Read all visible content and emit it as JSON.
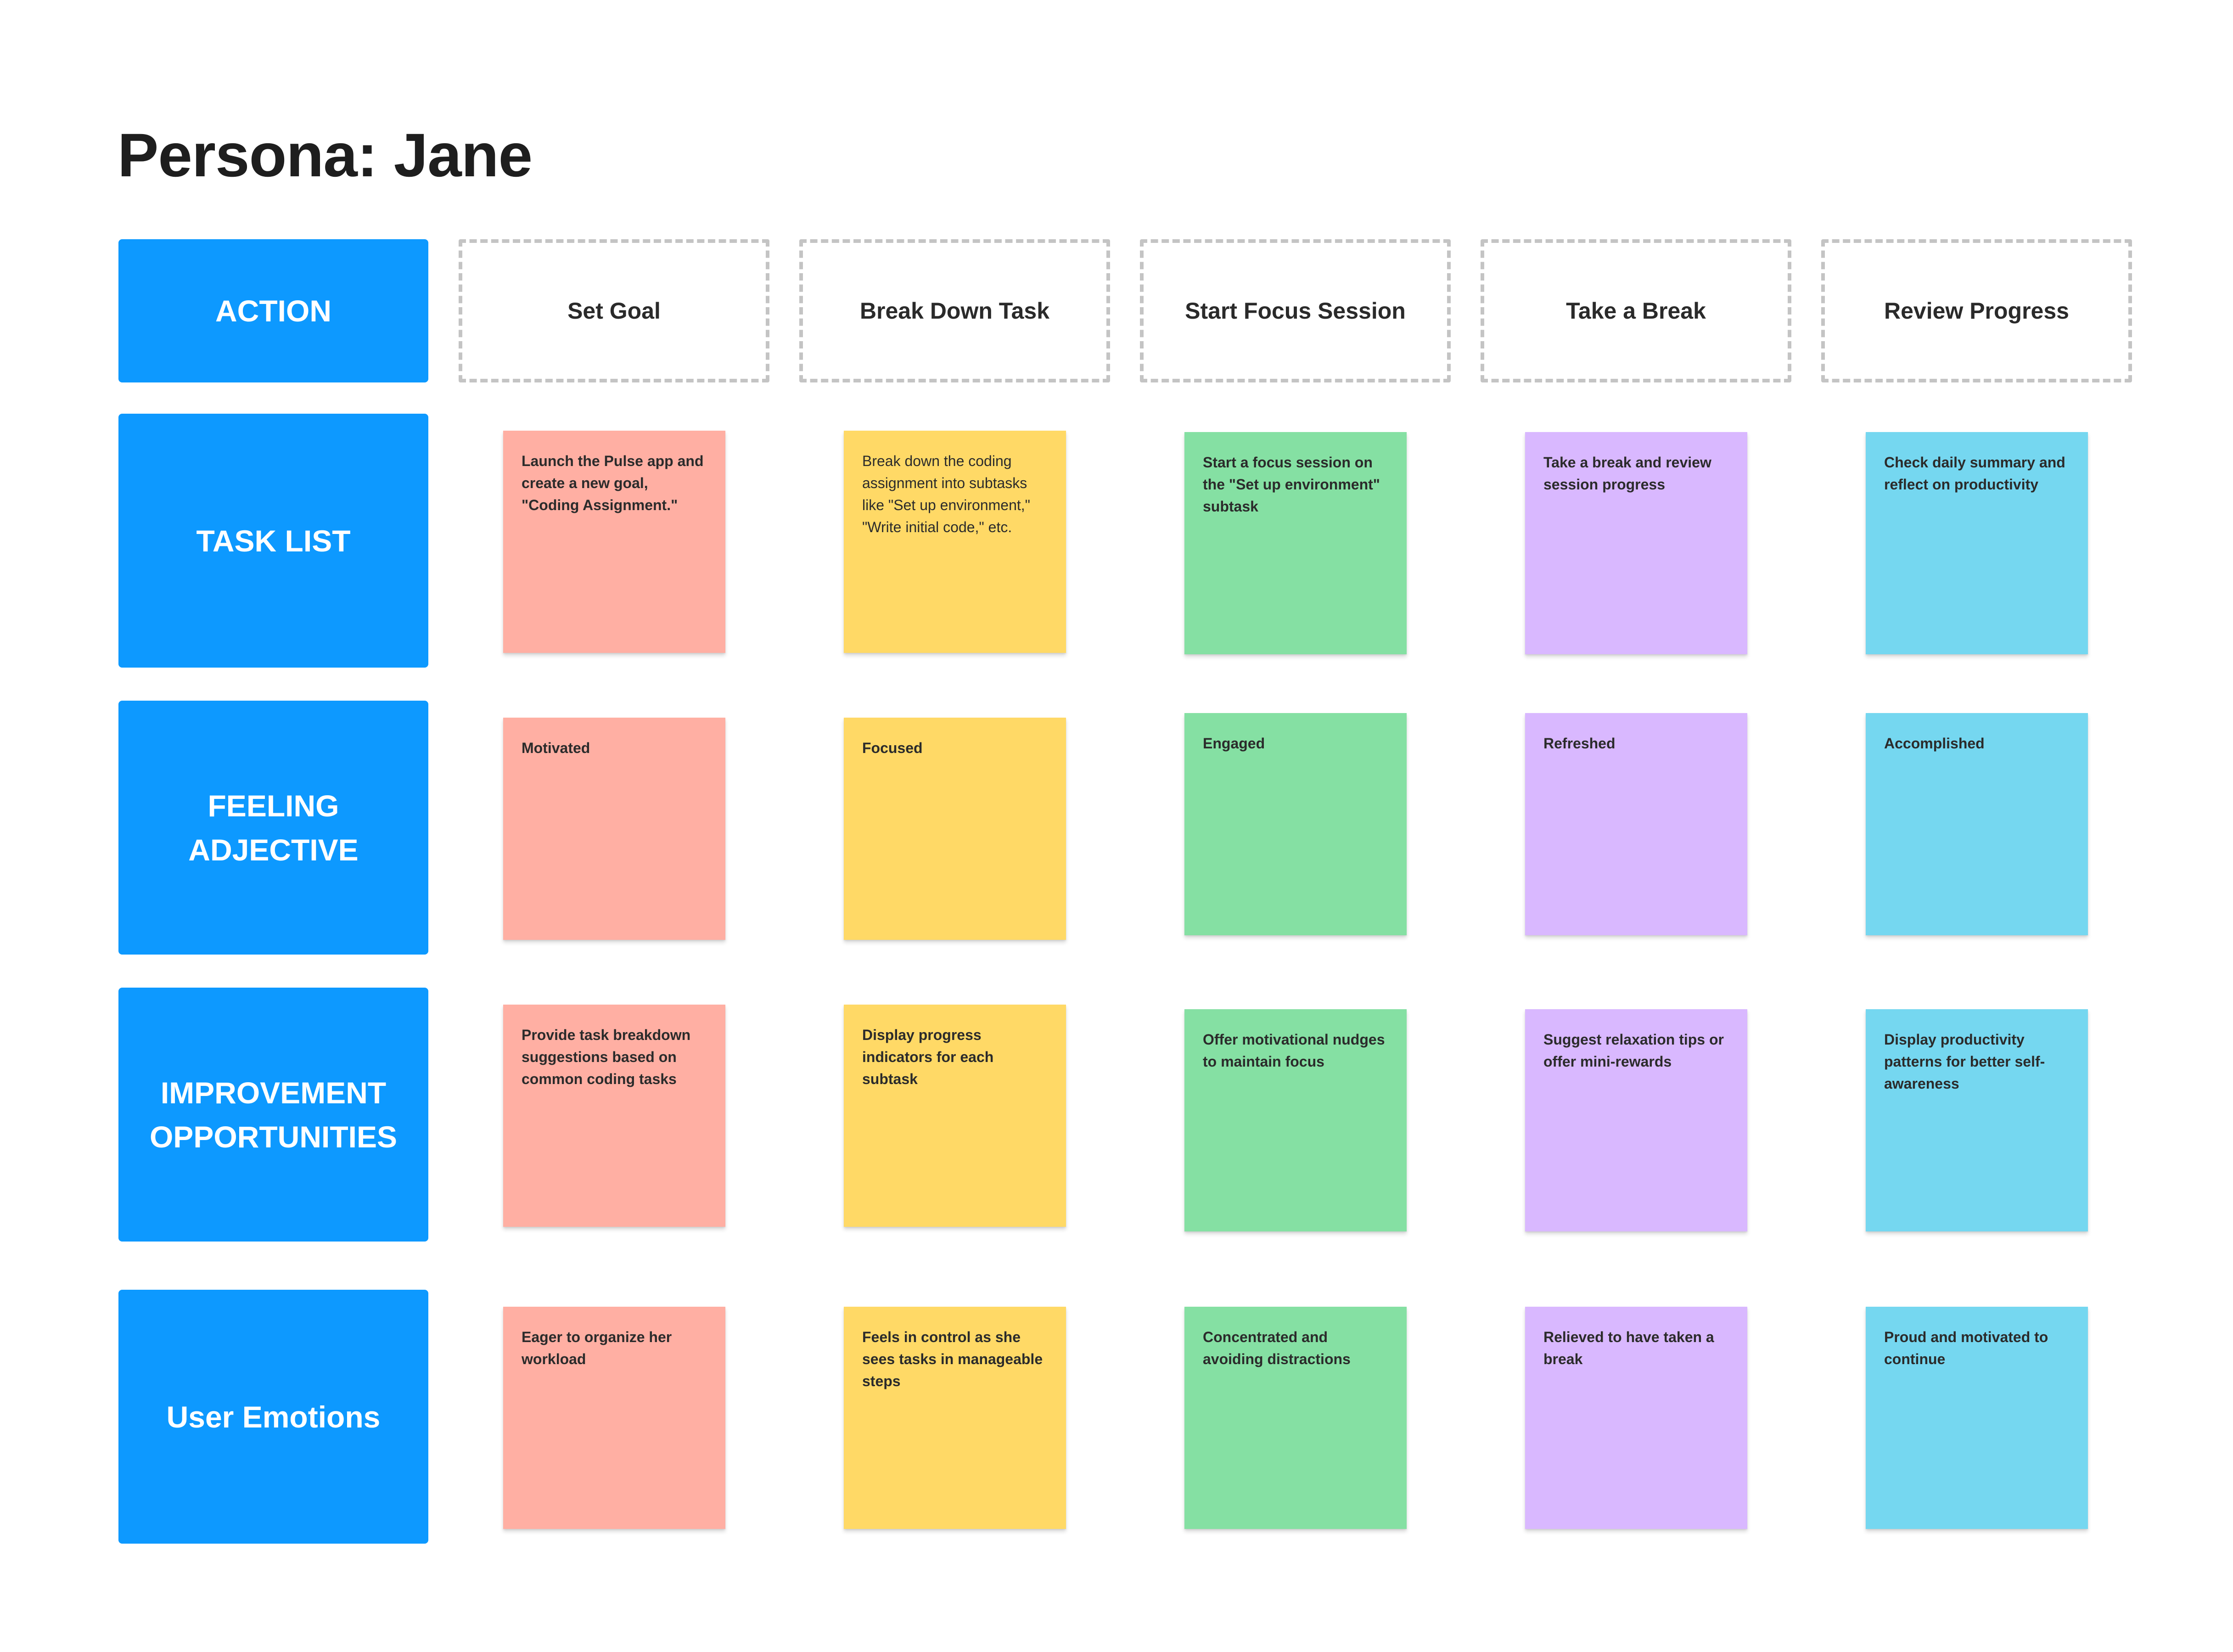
{
  "title": "Persona: Jane",
  "colors": {
    "row_label_bg": "#0d99ff",
    "column_colors": [
      "#ffafa3",
      "#ffd966",
      "#85e0a3",
      "#d9b8ff",
      "#75d7f0"
    ]
  },
  "rows": [
    {
      "label": "ACTION"
    },
    {
      "label": "TASK LIST"
    },
    {
      "label": "FEELING ADJECTIVE"
    },
    {
      "label": "IMPROVEMENT OPPORTUNITIES"
    },
    {
      "label": "User Emotions"
    }
  ],
  "columns": [
    {
      "action": "Set Goal",
      "task": "Launch the Pulse app and create a new goal, \"Coding Assignment.\"",
      "feeling": "Motivated",
      "improvement": "Provide task breakdown suggestions based on common coding tasks",
      "emotion": "Eager to organize her workload"
    },
    {
      "action": "Break Down Task",
      "task": "Break down the coding assignment into subtasks like \"Set up environment,\" \"Write initial code,\" etc.",
      "feeling": "Focused",
      "improvement": "Display progress indicators for each subtask",
      "emotion": "Feels in control as she sees tasks in manageable steps"
    },
    {
      "action": "Start Focus Session",
      "task": "Start a focus session on the \"Set up environment\" subtask",
      "feeling": "Engaged",
      "improvement": "Offer motivational nudges to maintain focus",
      "emotion": "Concentrated and avoiding distractions"
    },
    {
      "action": "Take a Break",
      "task": "Take a break and review session progress",
      "feeling": "Refreshed",
      "improvement": "Suggest relaxation tips or offer mini-rewards",
      "emotion": "Relieved to have taken a break"
    },
    {
      "action": "Review Progress",
      "task": "Check daily summary and reflect on productivity",
      "feeling": "Accomplished",
      "improvement": "Display productivity patterns for better self-awareness",
      "emotion": "Proud and motivated to continue"
    }
  ]
}
